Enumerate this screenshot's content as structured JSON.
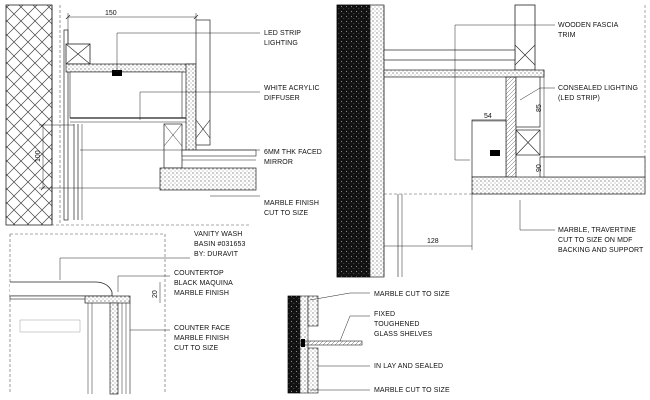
{
  "labels": {
    "led_strip": [
      "LED STRIP",
      "LIGHTING"
    ],
    "white_acrylic": [
      "WHITE ACRYLIC",
      "DIFFUSER"
    ],
    "mirror": [
      "6MM THK FACED",
      "MIRROR"
    ],
    "marble_finish": [
      "MARBLE FINISH",
      "CUT TO SIZE"
    ],
    "wooden_fascia": [
      "WOODEN FASCIA",
      "TRIM"
    ],
    "concealed_lighting": [
      "CONSEALED LIGHTING",
      "(LED STRIP)"
    ],
    "marble_travertine": [
      "MARBLE, TRAVERTINE",
      "CUT TO SIZE ON MDF",
      "BACKING AND SUPPORT"
    ],
    "vanity_wash": [
      "VANITY WASH",
      "BASIN #031653",
      "BY: DURAVIT"
    ],
    "countertop": [
      "COUNTERTOP",
      "BLACK MAQUINA",
      "MARBLE FINISH"
    ],
    "counter_face": [
      "COUNTER FACE",
      "MARBLE FINISH",
      "CUT TO SIZE"
    ],
    "shelf_marble_top": [
      "MARBLE CUT TO SIZE"
    ],
    "glass_shelves": [
      "FIXED",
      "TOUGHENED",
      "GLASS SHELVES"
    ],
    "inlay": [
      "IN LAY AND SEALED"
    ],
    "shelf_marble_bottom": [
      "MARBLE CUT TO SIZE"
    ]
  },
  "dimensions": {
    "d150": "150",
    "d100": "100",
    "d54": "54",
    "d85": "85",
    "d90": "90",
    "d128": "128",
    "d20": "20"
  }
}
